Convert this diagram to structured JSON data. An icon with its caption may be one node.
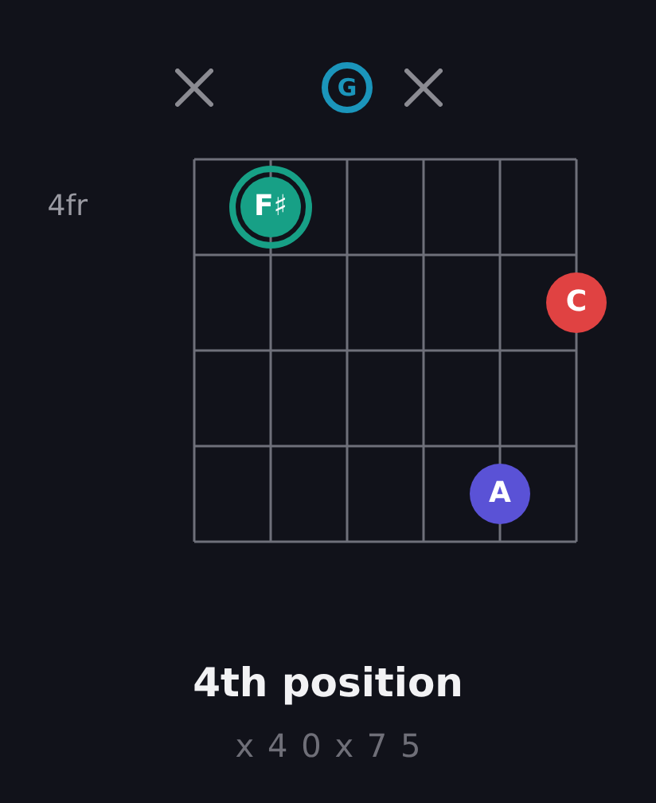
{
  "diagram": {
    "title": "4th position",
    "caption": "x40x75",
    "nodes": [
      {
        "text": [
          "G"
        ]
      },
      {
        "text": [
          "F♯"
        ]
      },
      {
        "text": [
          "C"
        ]
      },
      {
        "text": [
          "A"
        ]
      }
    ],
    "labels": [
      "4fr"
    ]
  }
}
